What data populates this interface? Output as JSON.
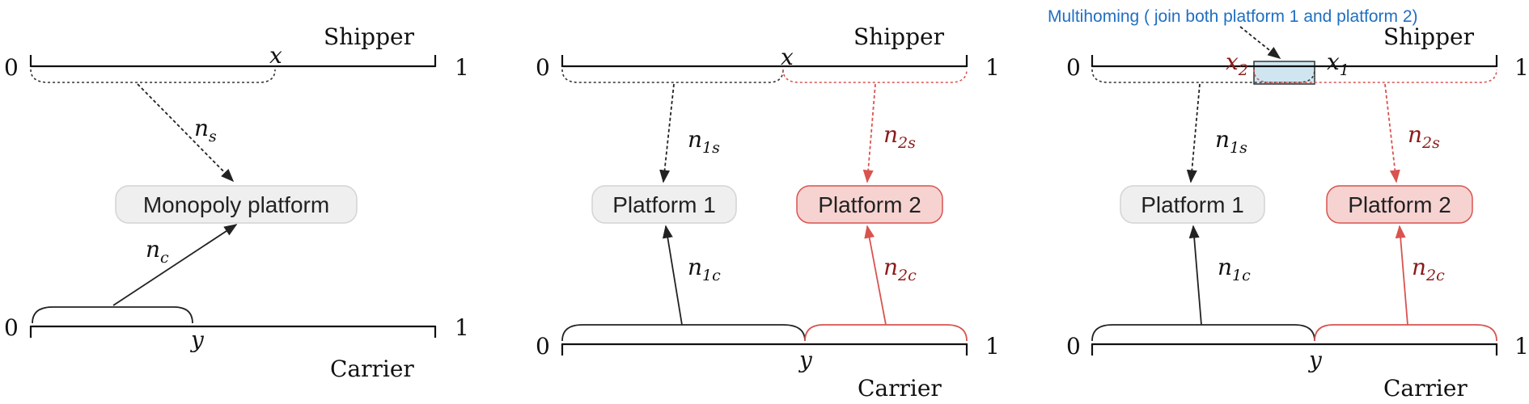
{
  "panel1": {
    "shipper_label": "Shipper",
    "carrier_label": "Carrier",
    "zero_top": "0",
    "one_top": "1",
    "zero_bottom": "0",
    "one_bottom": "1",
    "x_label": "x",
    "y_label": "y",
    "ns_main": "n",
    "ns_sub": "s",
    "nc_main": "n",
    "nc_sub": "c",
    "platform_label": "Monopoly platform"
  },
  "panel2": {
    "shipper_label": "Shipper",
    "carrier_label": "Carrier",
    "zero_top": "0",
    "one_top": "1",
    "zero_bottom": "0",
    "one_bottom": "1",
    "x_label": "x",
    "y_label": "y",
    "n1s_main": "n",
    "n1s_sub": "1s",
    "n2s_main": "n",
    "n2s_sub": "2s",
    "n1c_main": "n",
    "n1c_sub": "1c",
    "n2c_main": "n",
    "n2c_sub": "2c",
    "platform1_label": "Platform 1",
    "platform2_label": "Platform 2"
  },
  "panel3": {
    "annotation": "Multihoming ( join both platform 1 and platform 2)",
    "shipper_label": "Shipper",
    "carrier_label": "Carrier",
    "zero_top": "0",
    "one_top": "1",
    "zero_bottom": "0",
    "one_bottom": "1",
    "x2_main": "x",
    "x2_sub": "2",
    "x1_main": "x",
    "x1_sub": "1",
    "y_label": "y",
    "n1s_main": "n",
    "n1s_sub": "1s",
    "n2s_main": "n",
    "n2s_sub": "2s",
    "n1c_main": "n",
    "n1c_sub": "1c",
    "n2c_main": "n",
    "n2c_sub": "2c",
    "platform1_label": "Platform 1",
    "platform2_label": "Platform 2"
  },
  "colors": {
    "black": "#111111",
    "red": "#d9534f",
    "dark_red_text": "#8b1a1a",
    "blue_annotation": "#1f6fc2",
    "grey_box": "#efefef",
    "red_box": "#f6d3d1",
    "multihoming_box": "#cfe6f0"
  }
}
